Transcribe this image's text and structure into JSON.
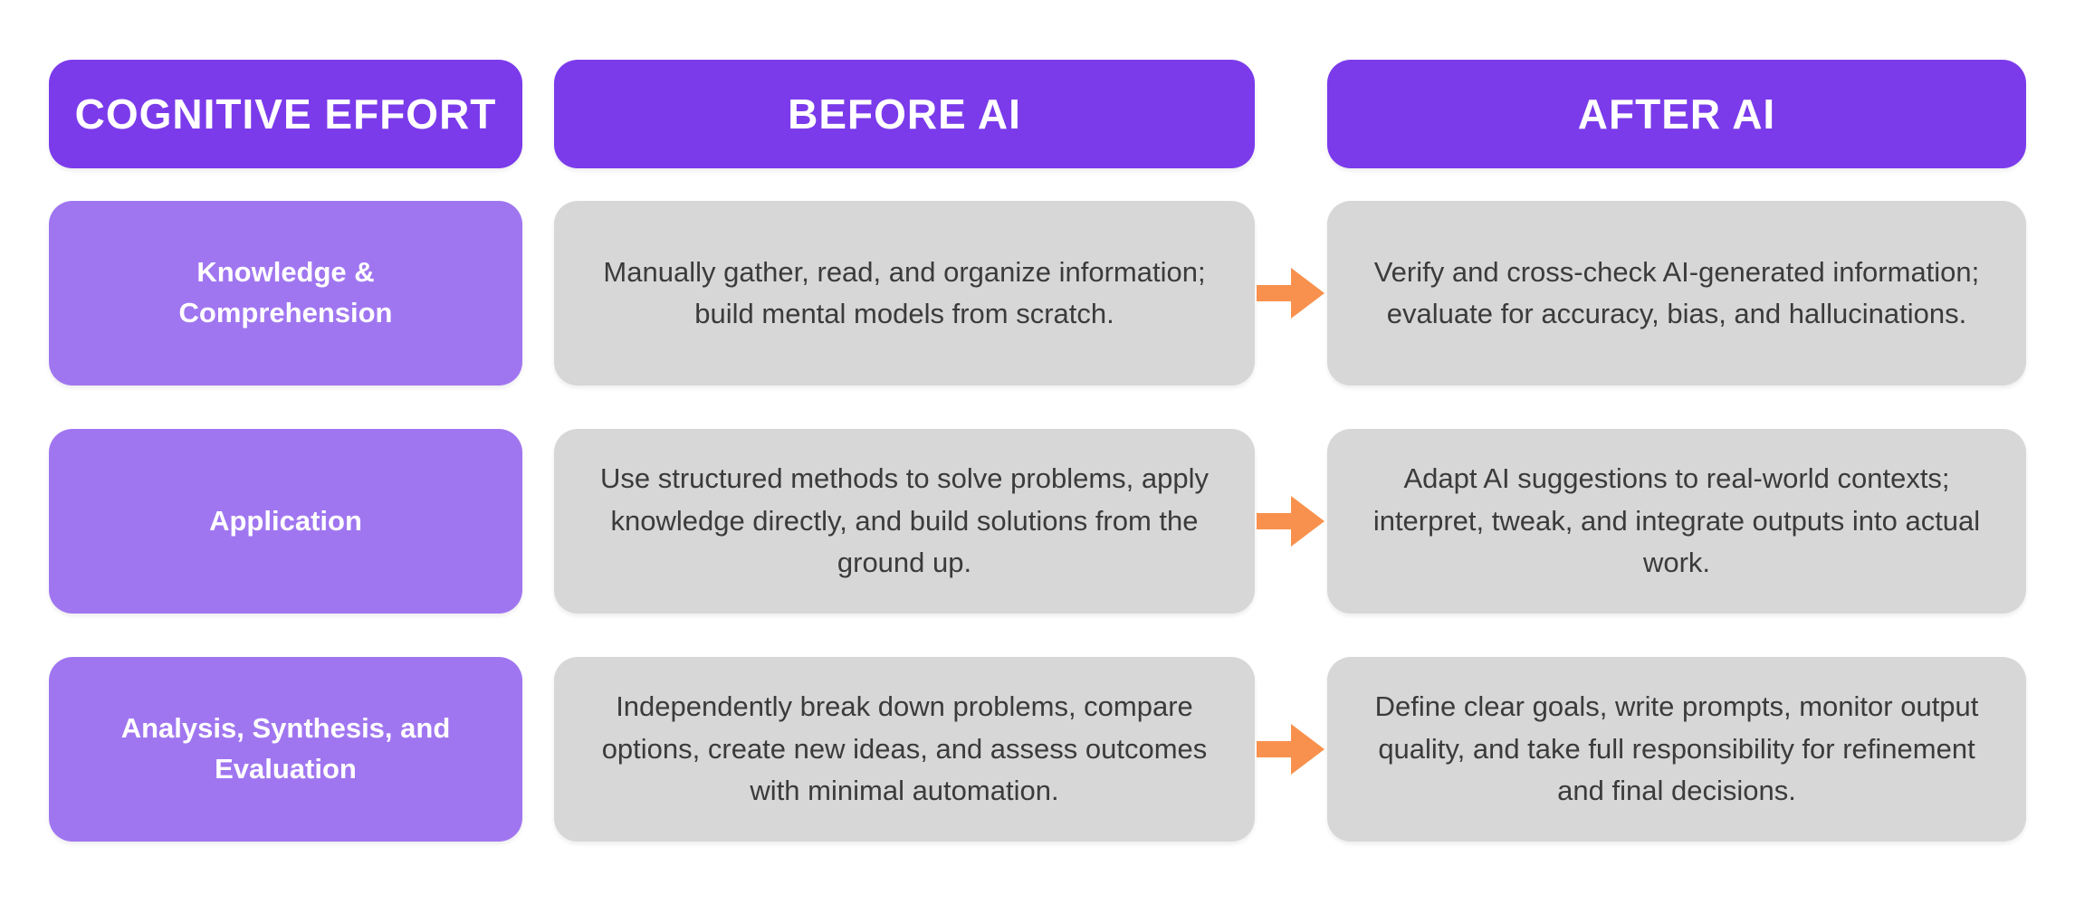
{
  "colors": {
    "header_bg": "#7B3BEB",
    "row_label_bg": "#A076F0",
    "cell_bg": "#D7D7D7",
    "arrow": "#F8914D",
    "body_text": "#3B3B3B",
    "header_text": "#FFFFFF",
    "page_bg": "#FFFFFF"
  },
  "table": {
    "headers": [
      "COGNITIVE EFFORT",
      "BEFORE AI",
      "AFTER AI"
    ],
    "arrow_icon": "right-arrow",
    "rows": [
      {
        "label": "Knowledge & Comprehension",
        "before": "Manually gather, read, and organize information; build mental models from scratch.",
        "after": "Verify and cross-check AI-generated information; evaluate for accuracy, bias, and hallucinations."
      },
      {
        "label": "Application",
        "before": "Use structured methods to solve problems, apply knowledge directly, and build solutions from the ground up.",
        "after": "Adapt AI suggestions to real-world contexts; interpret, tweak, and integrate outputs into actual work."
      },
      {
        "label": "Analysis, Synthesis, and Evaluation",
        "before": "Independently break down problems, compare options, create new ideas, and assess outcomes with minimal automation.",
        "after": "Define clear goals, write prompts, monitor output quality, and take full responsibility for refinement and final decisions."
      }
    ]
  }
}
